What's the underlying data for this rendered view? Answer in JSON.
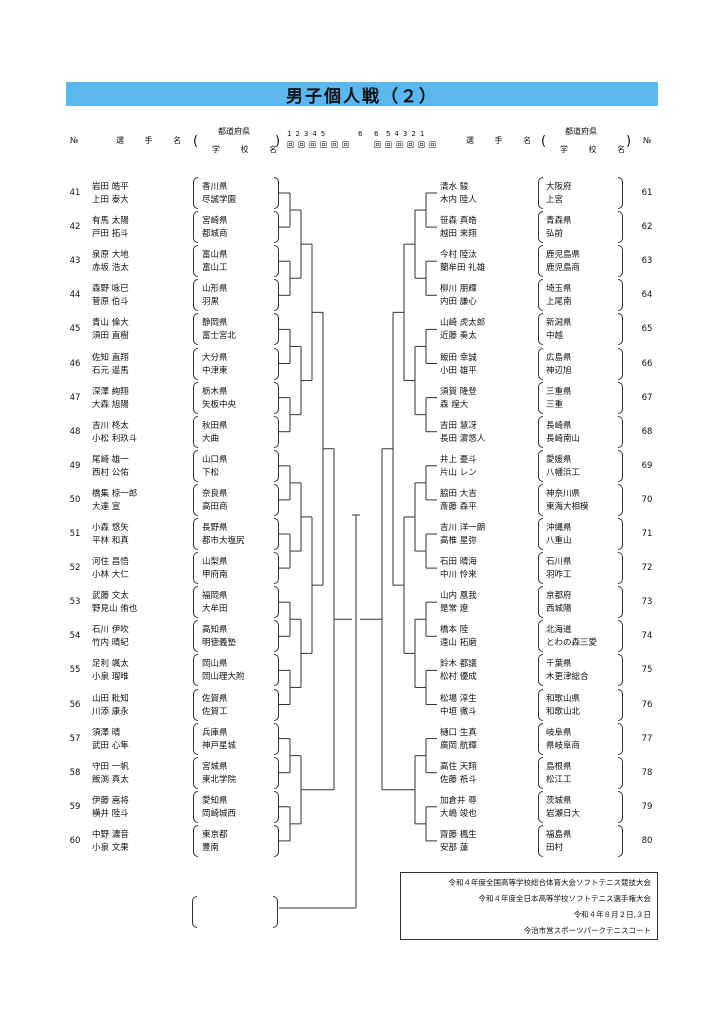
{
  "title": "男子個人戦（２）",
  "header": {
    "no": "№",
    "player_label": "選 手 名",
    "pref_label": "都道府県",
    "school_label": "学 校 名",
    "rounds_left": "12345",
    "rounds_left_extra": "6",
    "rounds_right": "54321",
    "rounds_right_extra": "6",
    "round_unit": "回回回回回回"
  },
  "left": [
    {
      "no": "41",
      "p1": "岩田 皓平",
      "p2": "上田 泰大",
      "pref": "香川県",
      "school": "尽誠学園"
    },
    {
      "no": "42",
      "p1": "有馬 太陽",
      "p2": "戸田 拓斗",
      "pref": "宮崎県",
      "school": "都城商"
    },
    {
      "no": "43",
      "p1": "泉原 大地",
      "p2": "赤坂 浩太",
      "pref": "富山県",
      "school": "富山工"
    },
    {
      "no": "44",
      "p1": "森野 咏巳",
      "p2": "菅原 伯斗",
      "pref": "山形県",
      "school": "羽黒"
    },
    {
      "no": "45",
      "p1": "青山 倫大",
      "p2": "須田 直樹",
      "pref": "静岡県",
      "school": "富士宮北"
    },
    {
      "no": "46",
      "p1": "佐知 直翔",
      "p2": "石元 遥馬",
      "pref": "大分県",
      "school": "中津東"
    },
    {
      "no": "47",
      "p1": "深澤 絢翔",
      "p2": "大森 旭陽",
      "pref": "栃木県",
      "school": "矢板中央"
    },
    {
      "no": "48",
      "p1": "吉川 柊太",
      "p2": "小松 利玖斗",
      "pref": "秋田県",
      "school": "大曲"
    },
    {
      "no": "49",
      "p1": "尾崎 雄一",
      "p2": "西村 公佑",
      "pref": "山口県",
      "school": "下松"
    },
    {
      "no": "50",
      "p1": "橋集 椋一郎",
      "p2": "大達 宣",
      "pref": "奈良県",
      "school": "高田商"
    },
    {
      "no": "51",
      "p1": "小森 悠矢",
      "p2": "平林 和真",
      "pref": "長野県",
      "school": "都市大塩尻"
    },
    {
      "no": "52",
      "p1": "河住 昌悟",
      "p2": "小林 大仁",
      "pref": "山梨県",
      "school": "甲府南"
    },
    {
      "no": "53",
      "p1": "武藤 文太",
      "p2": "野見山 侑也",
      "pref": "福岡県",
      "school": "大牟田"
    },
    {
      "no": "54",
      "p1": "石川 伊吹",
      "p2": "竹内 晴紀",
      "pref": "高知県",
      "school": "明徳義塾"
    },
    {
      "no": "55",
      "p1": "足利 颯太",
      "p2": "小泉 瑠唯",
      "pref": "岡山県",
      "school": "岡山理大附"
    },
    {
      "no": "56",
      "p1": "山田 粃知",
      "p2": "川添 康永",
      "pref": "佐賀県",
      "school": "佐賀工"
    },
    {
      "no": "57",
      "p1": "須澤 晴",
      "p2": "武田 心隼",
      "pref": "兵庫県",
      "school": "神戸星城"
    },
    {
      "no": "58",
      "p1": "守田 一帆",
      "p2": "飯渕 真太",
      "pref": "宮城県",
      "school": "東北学院"
    },
    {
      "no": "59",
      "p1": "伊藤 嵩将",
      "p2": "横井 陸斗",
      "pref": "愛知県",
      "school": "岡崎城西"
    },
    {
      "no": "60",
      "p1": "中野 濃音",
      "p2": "小泉 文果",
      "pref": "東京都",
      "school": "豊南"
    }
  ],
  "right": [
    {
      "no": "61",
      "p1": "清水 駿",
      "p2": "木内 陸人",
      "pref": "大阪府",
      "school": "上宮"
    },
    {
      "no": "62",
      "p1": "笹森 真皓",
      "p2": "越田 来翔",
      "pref": "青森県",
      "school": "弘前"
    },
    {
      "no": "63",
      "p1": "今村 陸汰",
      "p2": "蘭牟田 礼雄",
      "pref": "鹿児島県",
      "school": "鹿児島商"
    },
    {
      "no": "64",
      "p1": "柳川 朋輝",
      "p2": "内田 謙心",
      "pref": "埼玉県",
      "school": "上尾南"
    },
    {
      "no": "65",
      "p1": "山崎 虎太郎",
      "p2": "近藤 奏太",
      "pref": "新潟県",
      "school": "中越"
    },
    {
      "no": "66",
      "p1": "飯田 幸誠",
      "p2": "小田 雄平",
      "pref": "広島県",
      "school": "神辺旭"
    },
    {
      "no": "67",
      "p1": "須賀 隆登",
      "p2": "森 煌大",
      "pref": "三重県",
      "school": "三重"
    },
    {
      "no": "68",
      "p1": "吉田 慧冴",
      "p2": "長田 濵悠人",
      "pref": "長崎県",
      "school": "長崎南山"
    },
    {
      "no": "69",
      "p1": "井上 憂斗",
      "p2": "片山 レン",
      "pref": "愛媛県",
      "school": "八幡浜工"
    },
    {
      "no": "70",
      "p1": "脇田 大吉",
      "p2": "斎藤 森平",
      "pref": "神奈川県",
      "school": "東海大相模"
    },
    {
      "no": "71",
      "p1": "吉川 洋一朗",
      "p2": "高椎 星弥",
      "pref": "沖縄県",
      "school": "八重山"
    },
    {
      "no": "72",
      "p1": "石田 晴海",
      "p2": "中川 怜来",
      "pref": "石川県",
      "school": "羽咋工"
    },
    {
      "no": "73",
      "p1": "山内 凰我",
      "p2": "是常 遼",
      "pref": "京都府",
      "school": "西城陽"
    },
    {
      "no": "74",
      "p1": "橋本 陸",
      "p2": "遠山 拓磨",
      "pref": "北海道",
      "school": "とわの森三愛"
    },
    {
      "no": "75",
      "p1": "鈴木 都議",
      "p2": "松村 優成",
      "pref": "千葉県",
      "school": "木更津総合"
    },
    {
      "no": "76",
      "p1": "松場 淳生",
      "p2": "中垣 徹斗",
      "pref": "和歌山県",
      "school": "和歌山北"
    },
    {
      "no": "77",
      "p1": "樋口 生真",
      "p2": "廣岡 航輝",
      "pref": "岐阜県",
      "school": "県岐阜商"
    },
    {
      "no": "78",
      "p1": "高住 天翔",
      "p2": "佐藤 祇斗",
      "pref": "島根県",
      "school": "松江工"
    },
    {
      "no": "79",
      "p1": "加倉井 尊",
      "p2": "大嶋 竣也",
      "pref": "茨城県",
      "school": "岩瀬日大"
    },
    {
      "no": "80",
      "p1": "齋藤 楓生",
      "p2": "安部 蓮",
      "pref": "福島県",
      "school": "田村"
    }
  ],
  "footer": {
    "line1": "令和４年度全国高等学校総合体育大会ソフトテニス競技大会",
    "line2": "令和４年度全日本高等学校ソフトテニス選手権大会",
    "line3": "令和４年８月２日,３日",
    "line4": "今治市営スポーツパークテニスコート"
  }
}
